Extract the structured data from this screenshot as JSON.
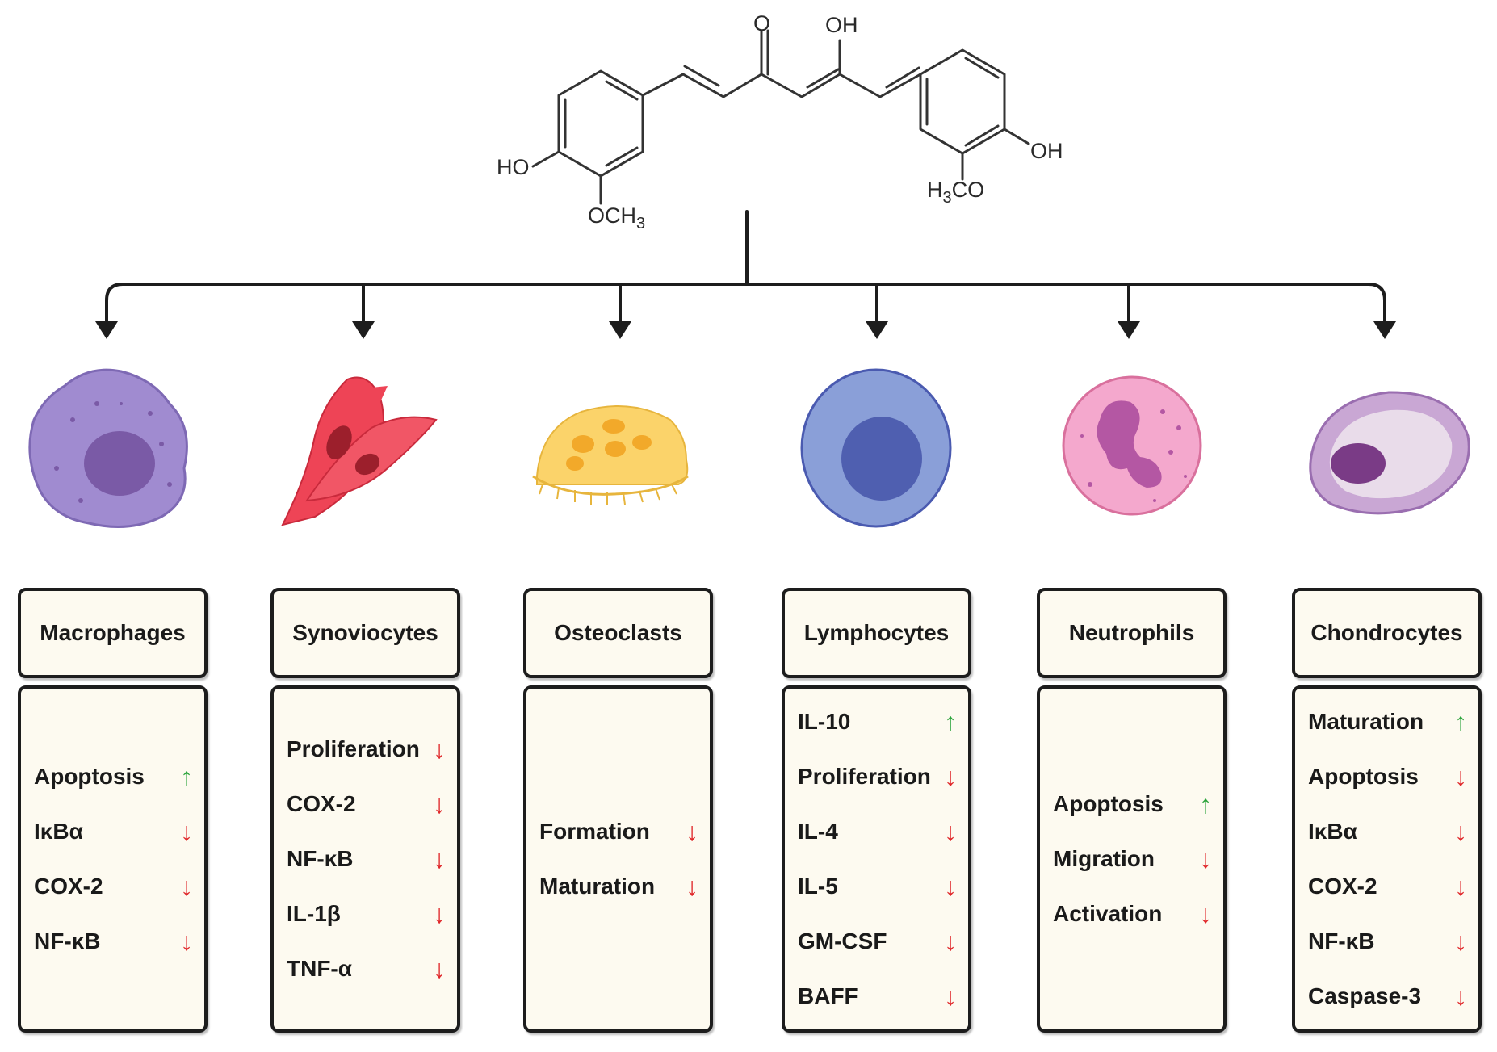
{
  "molecule": {
    "atom_labels": {
      "ketone_o": "O",
      "enol_oh": "OH",
      "left_hydroxyl": "HO",
      "right_hydroxyl": "OH",
      "left_methoxy": "OCH3",
      "right_methoxy": "H3CO"
    }
  },
  "colors": {
    "up_arrow": "#2aa33a",
    "down_arrow": "#e0282b",
    "box_fill": "#fdfaf0",
    "box_border": "#1d1d1d",
    "macrophage": "#a08bd0",
    "synoviocyte": "#ee4456",
    "osteoclast": "#fbd36a",
    "lymphocyte": "#8a9fd8",
    "neutrophil": "#f4a8cd",
    "chondrocyte": "#c9a7d4"
  },
  "icons": [
    "up-arrow-icon",
    "down-arrow-icon",
    "macrophage-cell-icon",
    "synoviocyte-cell-icon",
    "osteoclast-cell-icon",
    "lymphocyte-cell-icon",
    "neutrophil-cell-icon",
    "chondrocyte-cell-icon"
  ],
  "columns": [
    {
      "key": "macrophages",
      "title": "Macrophages",
      "items": [
        {
          "label": "Apoptosis",
          "arrow": "↑",
          "dir": "up"
        },
        {
          "label": "IκBα",
          "arrow": "↓",
          "dir": "down"
        },
        {
          "label": "COX-2",
          "arrow": "↓",
          "dir": "down"
        },
        {
          "label": "NF-κB",
          "arrow": "↓",
          "dir": "down"
        }
      ]
    },
    {
      "key": "synoviocytes",
      "title": "Synoviocytes",
      "items": [
        {
          "label": "Proliferation",
          "arrow": "↓",
          "dir": "down"
        },
        {
          "label": "COX-2",
          "arrow": "↓",
          "dir": "down"
        },
        {
          "label": "NF-κB",
          "arrow": "↓",
          "dir": "down"
        },
        {
          "label": "IL-1β",
          "arrow": "↓",
          "dir": "down"
        },
        {
          "label": "TNF-α",
          "arrow": "↓",
          "dir": "down"
        }
      ]
    },
    {
      "key": "osteoclasts",
      "title": "Osteoclasts",
      "items": [
        {
          "label": "Formation",
          "arrow": "↓",
          "dir": "down"
        },
        {
          "label": "Maturation",
          "arrow": "↓",
          "dir": "down"
        }
      ]
    },
    {
      "key": "lymphocytes",
      "title": "Lymphocytes",
      "items": [
        {
          "label": "IL-10",
          "arrow": "↑",
          "dir": "up"
        },
        {
          "label": "Proliferation",
          "arrow": "↓",
          "dir": "down"
        },
        {
          "label": "IL-4",
          "arrow": "↓",
          "dir": "down"
        },
        {
          "label": "IL-5",
          "arrow": "↓",
          "dir": "down"
        },
        {
          "label": "GM-CSF",
          "arrow": "↓",
          "dir": "down"
        },
        {
          "label": "BAFF",
          "arrow": "↓",
          "dir": "down"
        }
      ]
    },
    {
      "key": "neutrophils",
      "title": "Neutrophils",
      "items": [
        {
          "label": "Apoptosis",
          "arrow": "↑",
          "dir": "up"
        },
        {
          "label": "Migration",
          "arrow": "↓",
          "dir": "down"
        },
        {
          "label": "Activation",
          "arrow": "↓",
          "dir": "down"
        }
      ]
    },
    {
      "key": "chondrocytes",
      "title": "Chondrocytes",
      "items": [
        {
          "label": "Maturation",
          "arrow": "↑",
          "dir": "up"
        },
        {
          "label": "Apoptosis",
          "arrow": "↓",
          "dir": "down"
        },
        {
          "label": "IκBα",
          "arrow": "↓",
          "dir": "down"
        },
        {
          "label": "COX-2",
          "arrow": "↓",
          "dir": "down"
        },
        {
          "label": "NF-κB",
          "arrow": "↓",
          "dir": "down"
        },
        {
          "label": "Caspase-3",
          "arrow": "↓",
          "dir": "down"
        }
      ]
    }
  ]
}
